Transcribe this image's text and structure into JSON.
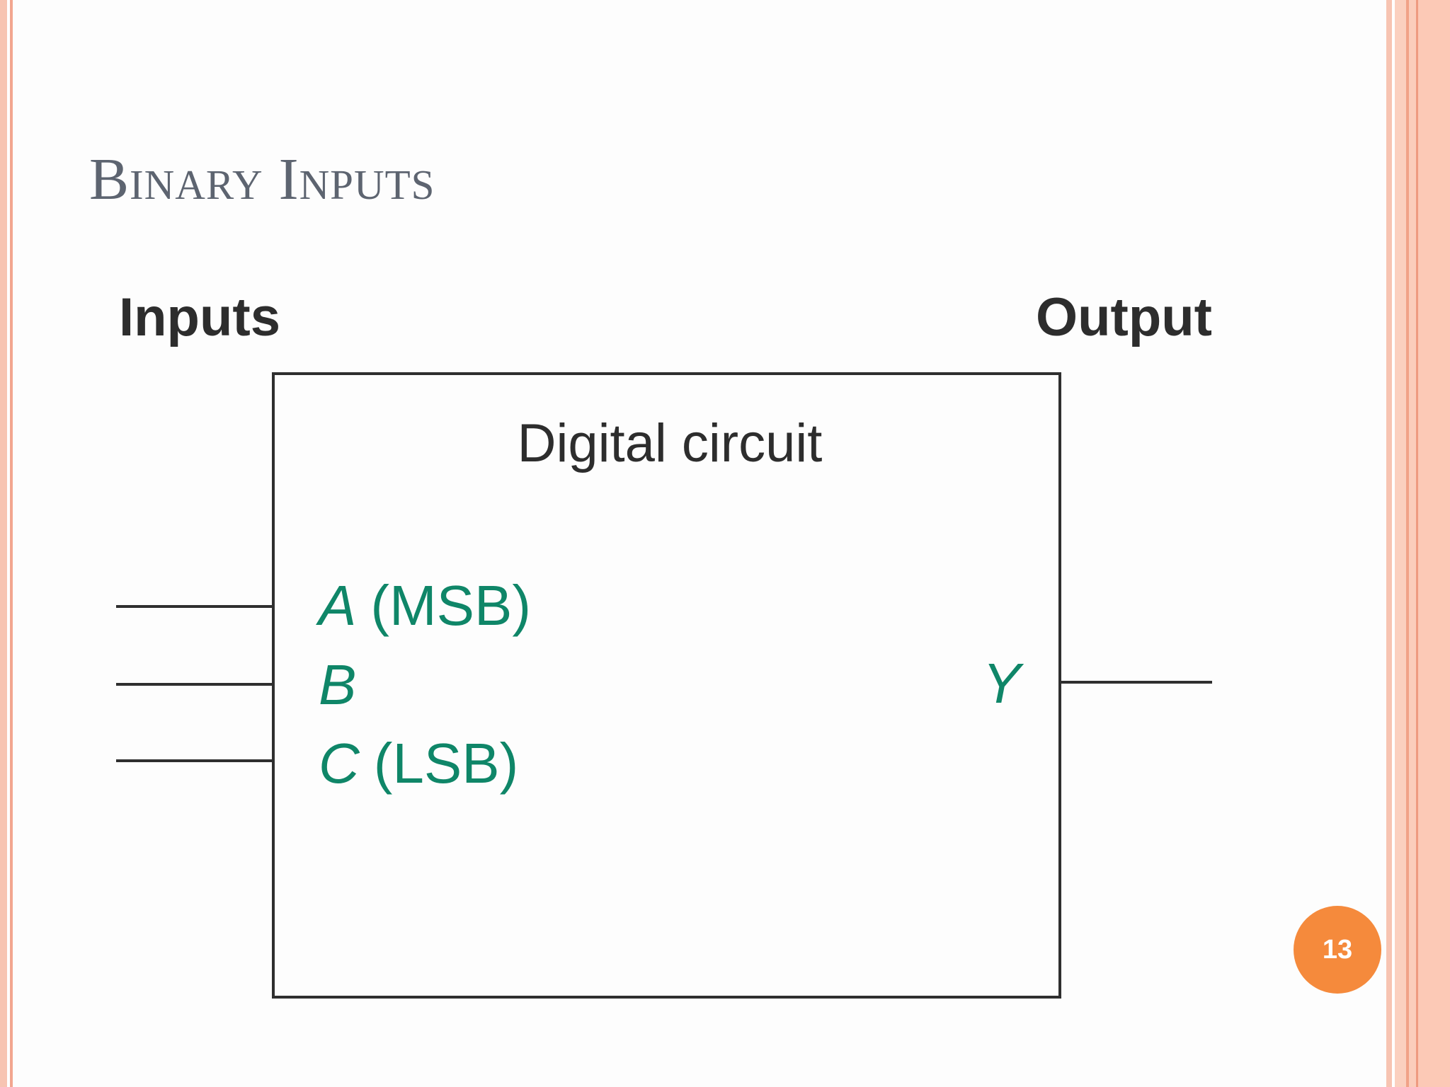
{
  "slide": {
    "title": "Binary Inputs",
    "page_number": "13"
  },
  "diagram": {
    "inputs_label": "Inputs",
    "output_label": "Output",
    "block_label": "Digital circuit",
    "input_signals": [
      {
        "name": "A",
        "note": "(MSB)"
      },
      {
        "name": "B",
        "note": ""
      },
      {
        "name": "C",
        "note": "(LSB)"
      }
    ],
    "output_signal": {
      "name": "Y"
    }
  },
  "colors": {
    "signal_text": "#0f8668",
    "line": "#2f2f2f",
    "title": "#5d6470",
    "badge": "#f58a3c"
  }
}
